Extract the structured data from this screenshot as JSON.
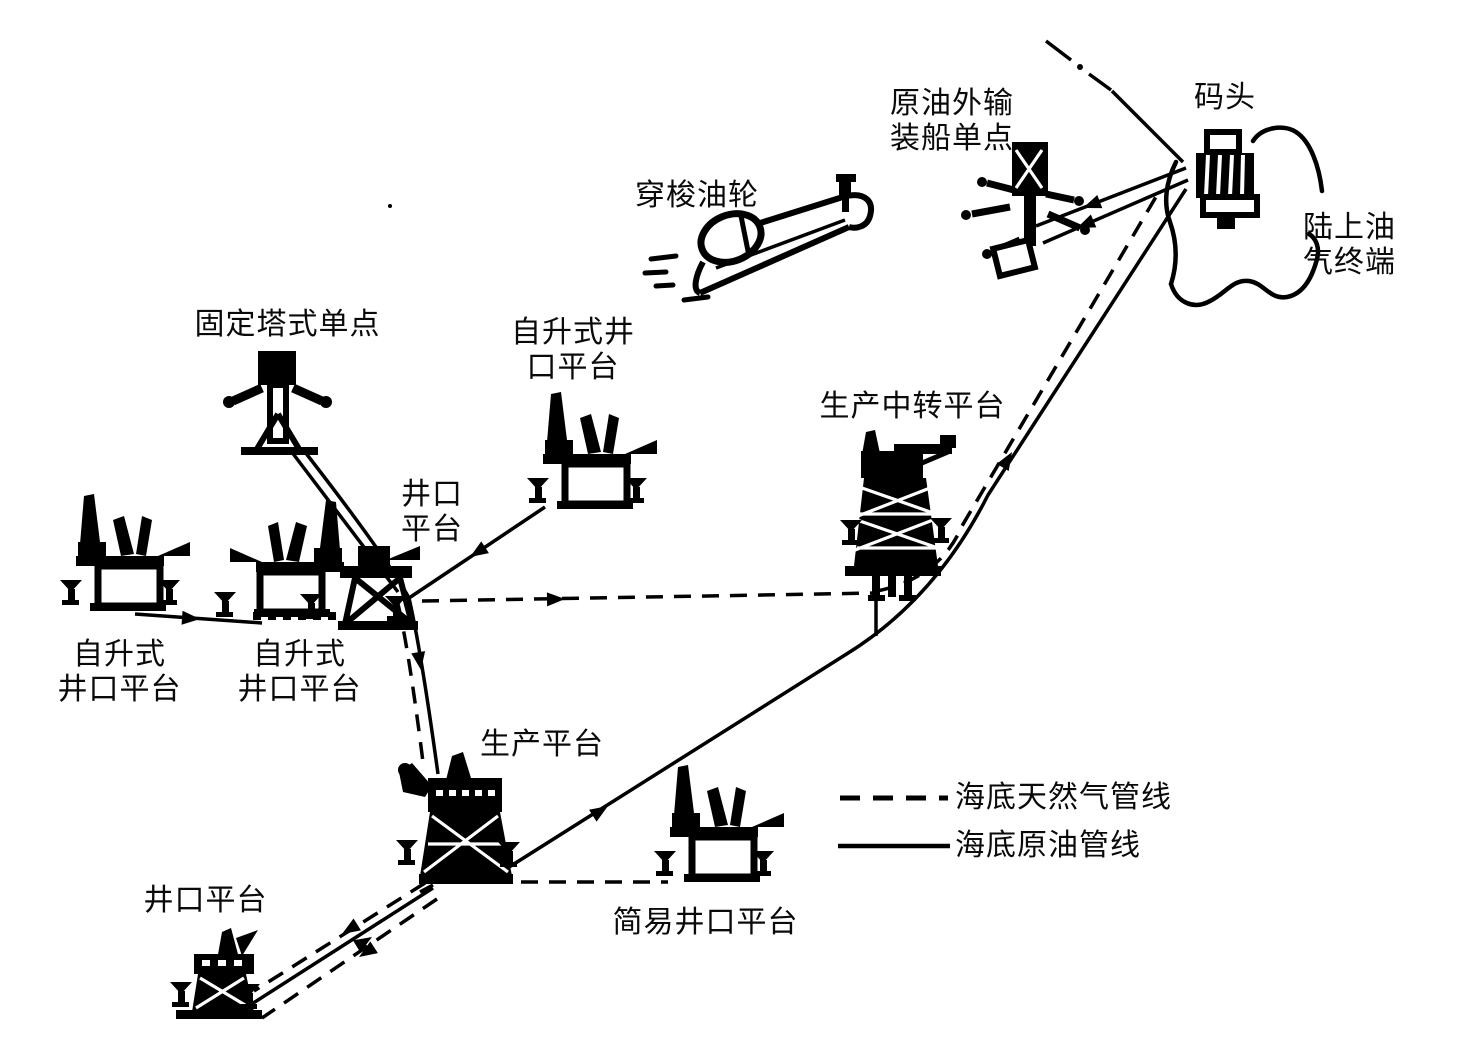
{
  "labels": {
    "crude_export_spm": "原油外输\n装船单点",
    "dock": "码头",
    "onshore_terminal": "陆上油\n气终端",
    "shuttle_tanker": "穿梭油轮",
    "fixed_tower_spm": "固定塔式单点",
    "jackup_wellhead_top": "自升式井\n口平台",
    "wellhead_mid": "井口\n平台",
    "jackup_wellhead_left": "自升式\n井口平台",
    "jackup_wellhead_mid": "自升式\n井口平台",
    "production_transfer_platform": "生产中转平台",
    "production_platform": "生产平台",
    "simple_wellhead_platform": "简易井口平台",
    "wellhead_bottom": "井口平台"
  },
  "legend": {
    "gas_pipeline": "海底天然气管线",
    "oil_pipeline": "海底原油管线"
  },
  "colors": {
    "ink": "#000000",
    "paper": "#ffffff"
  }
}
